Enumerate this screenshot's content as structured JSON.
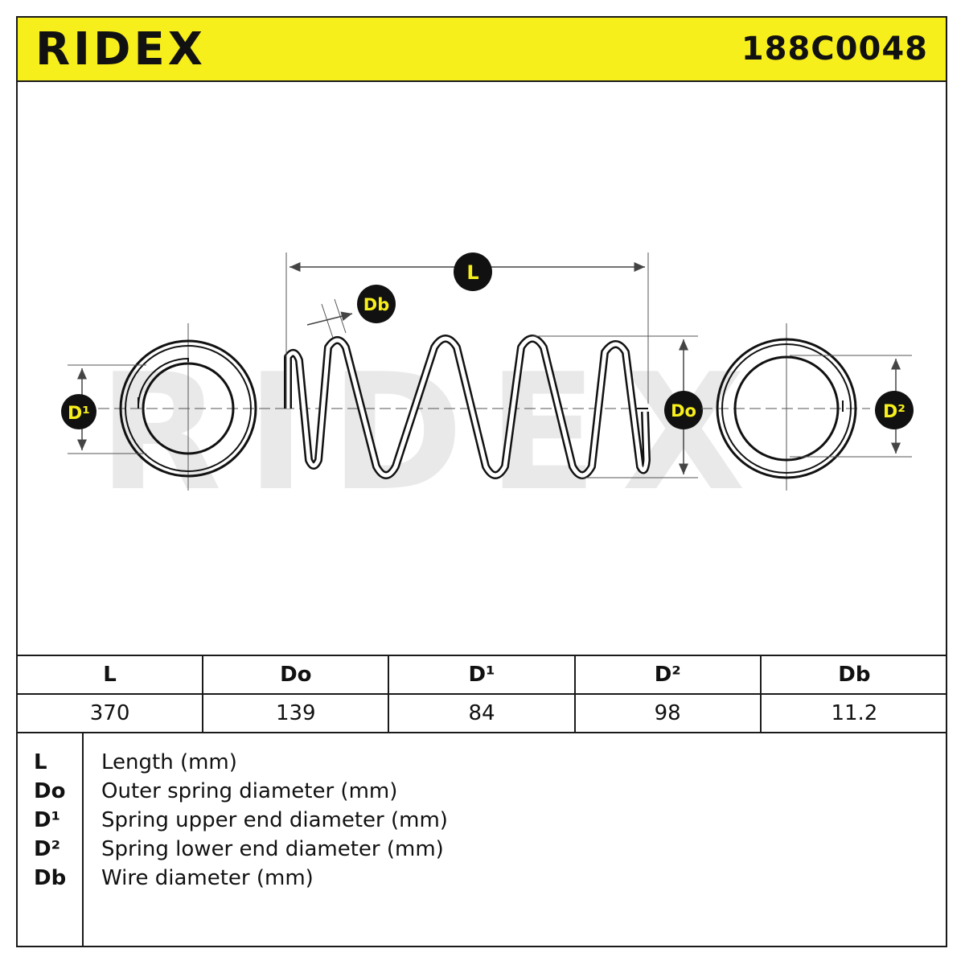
{
  "header": {
    "brand": "RIDEX",
    "part_number": "188C0048"
  },
  "drawing": {
    "labels": {
      "length": "L",
      "wire": "Db",
      "outer": "Do",
      "upper": "D¹",
      "lower": "D²"
    },
    "watermark": "RIDEX"
  },
  "specs": {
    "headers": [
      "L",
      "Do",
      "D¹",
      "D²",
      "Db"
    ],
    "values": [
      "370",
      "139",
      "84",
      "98",
      "11.2"
    ]
  },
  "legend": [
    {
      "symbol": "L",
      "text": "Length (mm)"
    },
    {
      "symbol": "Do",
      "text": "Outer spring diameter (mm)"
    },
    {
      "symbol": "D¹",
      "text": "Spring upper end diameter (mm)"
    },
    {
      "symbol": "D²",
      "text": "Spring lower end diameter (mm)"
    },
    {
      "symbol": "Db",
      "text": "Wire diameter (mm)"
    }
  ],
  "colors": {
    "accent": "#f7ef1c",
    "ink": "#111111",
    "watermark": "#e9e9e9"
  }
}
